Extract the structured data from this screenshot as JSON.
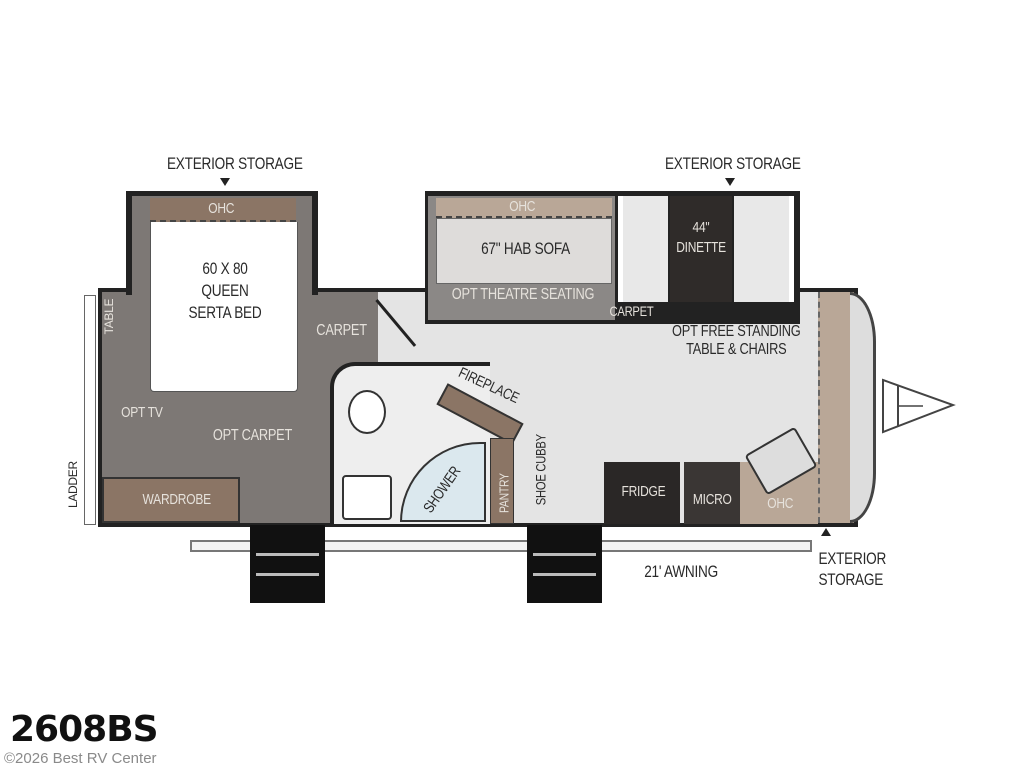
{
  "model": "2608BS",
  "watermark": "©2026 Best RV Center",
  "labels": {
    "ext_storage_left": "EXTERIOR STORAGE",
    "ext_storage_right": "EXTERIOR STORAGE",
    "ext_storage_bottom": "EXTERIOR\nSTORAGE",
    "ohc_bed": "OHC",
    "bed": "60 X 80\nQUEEN\nSERTA BED",
    "table": "TABLE",
    "ladder": "LADDER",
    "opt_tv": "OPT TV",
    "opt_carpet": "OPT CARPET",
    "wardrobe": "WARDROBE",
    "carpet_bed": "CARPET",
    "ohc_sofa": "OHC",
    "sofa": "67\" HAB SOFA",
    "theatre": "OPT THEATRE SEATING",
    "dinette": "44\"\nDINETTE",
    "carpet_slide": "CARPET",
    "free_standing": "OPT FREE STANDING\nTABLE & CHAIRS",
    "fireplace": "FIREPLACE",
    "shower": "SHOWER",
    "pantry": "PANTRY",
    "shoe_cubby": "SHOE CUBBY",
    "fridge": "FRIDGE",
    "micro": "MICRO",
    "ohc_kitchen": "OHC",
    "awning": "21' AWNING"
  },
  "colors": {
    "bedroom_floor": "#7d7875",
    "living_floor": "#e4e4e4",
    "cabinet": "#8b7565",
    "wall": "#222222"
  }
}
